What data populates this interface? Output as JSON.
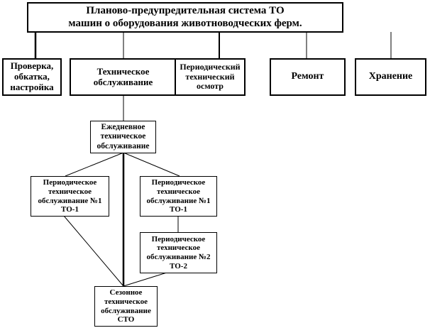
{
  "title": "Планово-предупредительная система ТО\nмашин о оборудования животноводческих ферм.",
  "level2": [
    "Проверка,\nобкатка,\nнастройка",
    "Техническое\nобслуживание",
    "Периодический\nтехнический\nосмотр",
    "Ремонт",
    "Хранение"
  ],
  "daily": "Ежедневное\nтехническое\nобслуживание",
  "to1_left": "Периодическое\nтехническое\nобслуживание №1\nТО-1",
  "to1_right": "Периодическое\nтехническое\nобслуживание №1\nТО-1",
  "to2": "Периодическое\nтехническое\nобслуживание №2\nТО-2",
  "seasonal": "Сезонное\nтехническое\nобслуживание\nСТО"
}
